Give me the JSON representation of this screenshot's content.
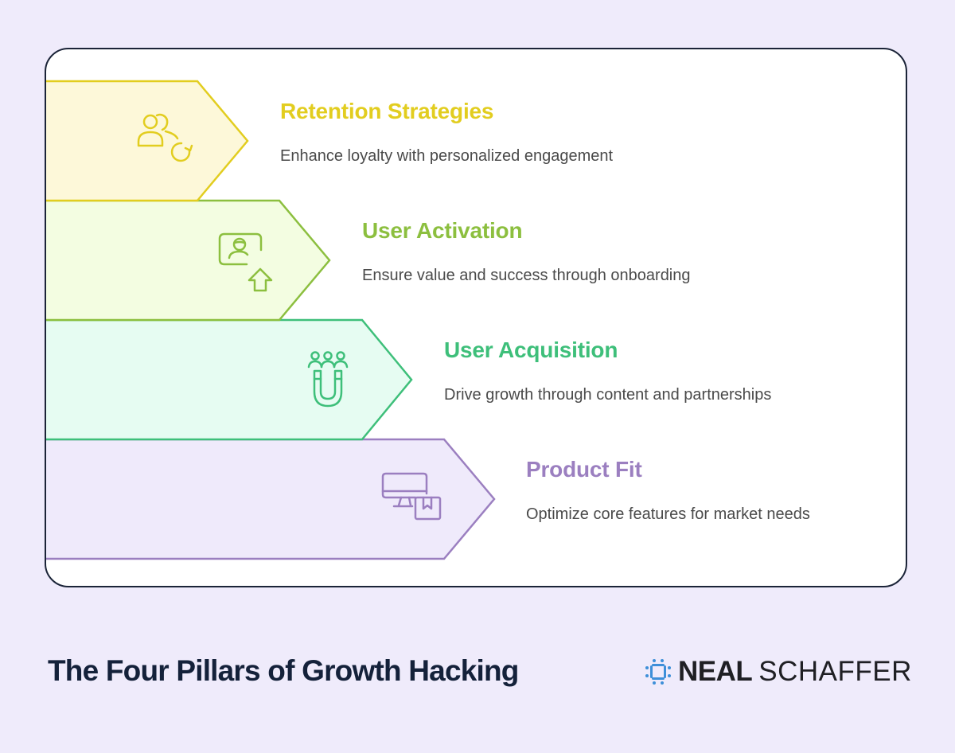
{
  "diagram": {
    "pillars": [
      {
        "title": "Retention Strategies",
        "description": "Enhance loyalty with personalized engagement",
        "icon": "users-refresh-icon",
        "color": "#e2cd1f",
        "fill": "#fdf8d9"
      },
      {
        "title": "User Activation",
        "description": "Ensure value and success through onboarding",
        "icon": "profile-upload-icon",
        "color": "#8cbf3f",
        "fill": "#f3fde1"
      },
      {
        "title": "User Acquisition",
        "description": "Drive growth through content and partnerships",
        "icon": "users-magnet-icon",
        "color": "#3ebf7a",
        "fill": "#e6fcf2"
      },
      {
        "title": "Product Fit",
        "description": "Optimize core features for market needs",
        "icon": "monitor-box-icon",
        "color": "#9b7fc0",
        "fill": "#efeafb"
      }
    ]
  },
  "footer": {
    "title": "The Four Pillars of Growth Hacking",
    "brand_bold": "NEAL",
    "brand_light": "SCHAFFER"
  }
}
